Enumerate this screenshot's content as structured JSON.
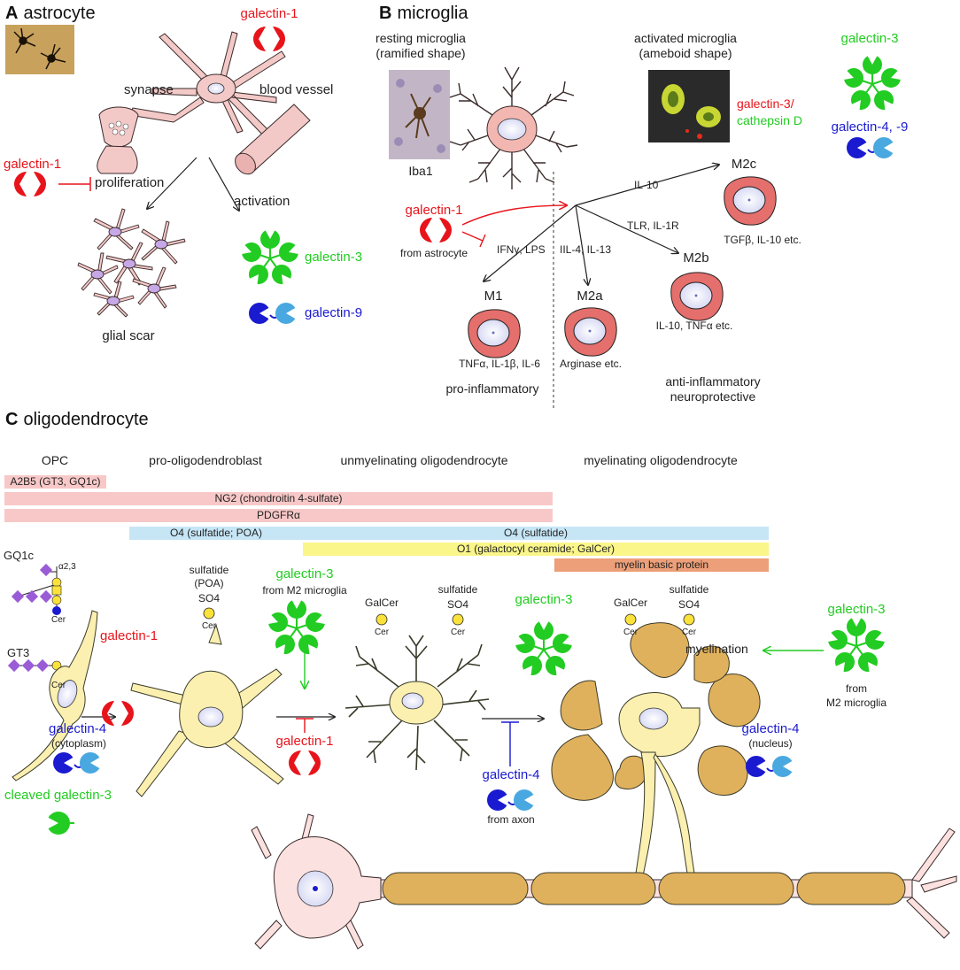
{
  "panels": {
    "a": {
      "letter": "A",
      "title": "astrocyte"
    },
    "b": {
      "letter": "B",
      "title": "microglia"
    },
    "c": {
      "letter": "C",
      "title": "oligodendrocyte"
    }
  },
  "astrocyte": {
    "synapse": "synapse",
    "blood_vessel": "blood vessel",
    "galectin1_top": "galectin-1",
    "galectin1_left": "galectin-1",
    "proliferation": "proliferation",
    "activation": "activation",
    "glial_scar": "glial scar",
    "galectin3": "galectin-3",
    "galectin9": "galectin-9"
  },
  "microglia": {
    "resting_line1": "resting microglia",
    "resting_line2": "(ramified shape)",
    "activated_line1": "activated microglia",
    "activated_line2": "(ameboid shape)",
    "iba1": "Iba1",
    "gal3_slash": "galectin-3/",
    "cathepsin": "cathepsin D",
    "galectin3": "galectin-3",
    "galectin49": "galectin-4, -9",
    "galectin1": "galectin-1",
    "from_astrocyte": "from astrocyte",
    "il10": "IL-10",
    "tlr": "TLR, IL-1R",
    "ifn": "IFNγ, LPS",
    "il4": "IIL-4, IL-13",
    "m1": "M1",
    "m2a": "M2a",
    "m2b": "M2b",
    "m2c": "M2c",
    "m1_markers": "TNFα, IL-1β, IL-6",
    "m2a_markers": "Arginase etc.",
    "m2b_markers": "IL-10, TNFα etc.",
    "m2c_markers": "TGFβ, IL-10 etc.",
    "pro_inflammatory": "pro-inflammatory",
    "anti_line1": "anti-inflammatory",
    "anti_line2": "neuroprotective"
  },
  "oligo": {
    "stages": [
      "OPC",
      "pro-oligodendroblast",
      "unmyelinating oligodendrocyte",
      "myelinating oligodendrocyte"
    ],
    "markers": [
      {
        "label": "A2B5 (GT3, GQ1c)",
        "color": "#f8c8c8"
      },
      {
        "label": "NG2 (chondroitin 4-sulfate)",
        "color": "#f8c8c8"
      },
      {
        "label": "PDGFRα",
        "color": "#f8c8c8"
      },
      {
        "label": "O4 (sulfatide; POA)",
        "color": "#c6e6f6"
      },
      {
        "label": "O4 (sulfatide)",
        "color": "#c6e6f6"
      },
      {
        "label": "O1 (galactocyl ceramide; GalCer)",
        "color": "#fbf68a"
      },
      {
        "label": "myelin basic protein",
        "color": "#ec9f78"
      }
    ],
    "gq1c": "GQ1c",
    "alpha23": "α2,3",
    "gt3": "GT3",
    "cer": "Cer",
    "sulfatide": "sulfatide",
    "poa": "(POA)",
    "so4": "SO4",
    "galcer": "GalCer",
    "galectin1_a": "galectin-1",
    "galectin1_b": "galectin-1",
    "galectin3_m2": "galectin-3",
    "from_m2": "from M2 microglia",
    "galectin3_mid": "galectin-3",
    "galectin3_right": "galectin-3",
    "from": "from",
    "m2_microglia": "M2 microglia",
    "myelination": "myelination",
    "galectin4_cyto": "galectin-4",
    "cytoplasm": "(cytoplasm)",
    "cleaved": "cleaved galectin-3",
    "galectin4_axon": "galectin-4",
    "from_axon": "from axon",
    "galectin4_nuc": "galectin-4",
    "nucleus": "(nucleus)"
  },
  "colors": {
    "galectin1": "#e8141b",
    "galectin3": "#22cc22",
    "galectin4_dark": "#1a1ad0",
    "galectin4_light": "#4aa8e0",
    "cell_pink": "#f3c9c8",
    "microglia_red": "#e46f6c",
    "oligo_yellow": "#fbf0b0",
    "myelin": "#e0b15c"
  }
}
